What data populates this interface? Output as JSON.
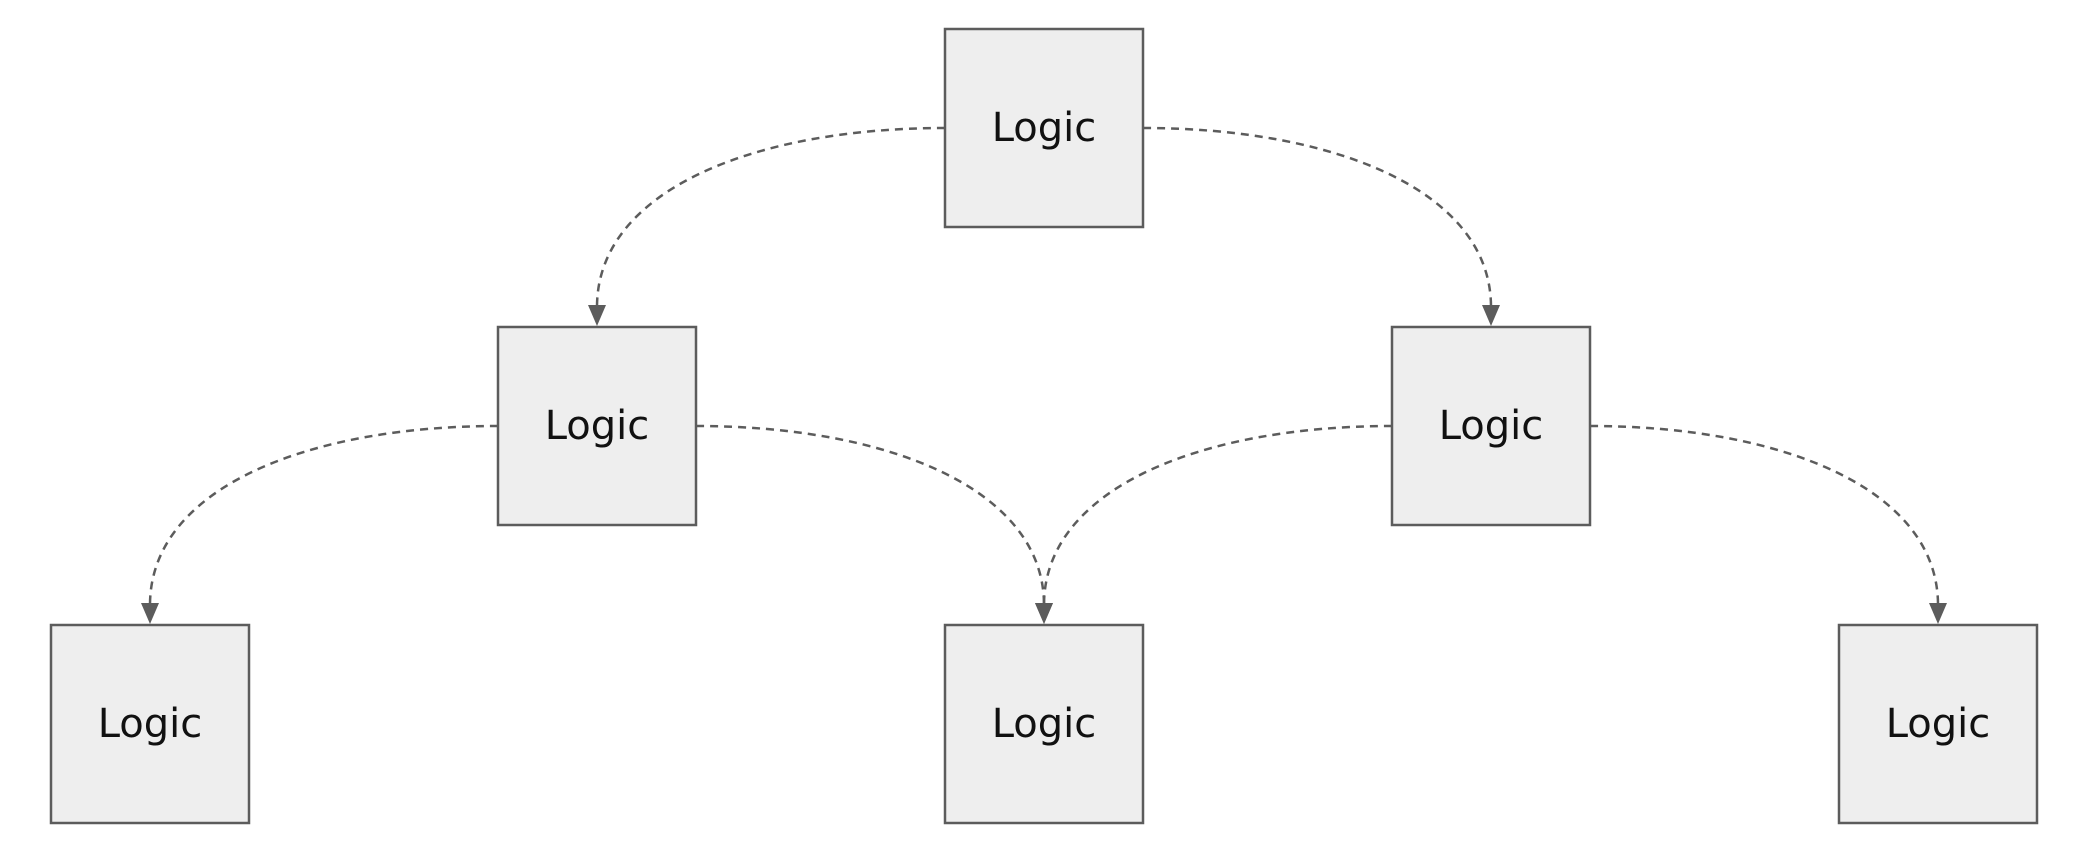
{
  "diagram": {
    "nodes": [
      {
        "id": "top",
        "label": "Logic"
      },
      {
        "id": "mid-left",
        "label": "Logic"
      },
      {
        "id": "mid-right",
        "label": "Logic"
      },
      {
        "id": "bottom-left",
        "label": "Logic"
      },
      {
        "id": "bottom-center",
        "label": "Logic"
      },
      {
        "id": "bottom-right",
        "label": "Logic"
      }
    ],
    "edges": [
      {
        "from": "top",
        "to": "mid-left",
        "style": "dashed"
      },
      {
        "from": "top",
        "to": "mid-right",
        "style": "dashed"
      },
      {
        "from": "mid-left",
        "to": "bottom-left",
        "style": "dashed"
      },
      {
        "from": "mid-left",
        "to": "bottom-center",
        "style": "dashed"
      },
      {
        "from": "mid-right",
        "to": "bottom-center",
        "style": "dashed"
      },
      {
        "from": "mid-right",
        "to": "bottom-right",
        "style": "dashed"
      }
    ],
    "colors": {
      "node_fill": "#eeeeee",
      "node_border": "#5c5c5c",
      "edge": "#5c5c5c",
      "text": "#111111"
    }
  }
}
